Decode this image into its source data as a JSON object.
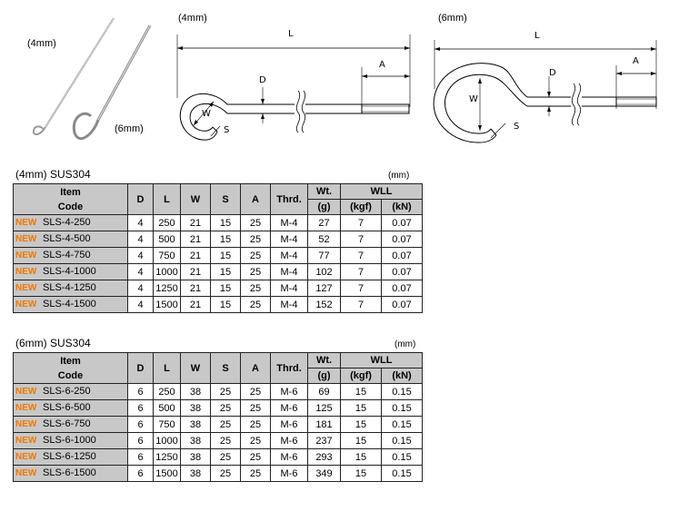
{
  "images": {
    "photo_label_4": "(4mm)",
    "photo_label_6": "(6mm)",
    "diagram4_label": "(4mm)",
    "diagram6_label": "(6mm)",
    "dim_L": "L",
    "dim_A": "A",
    "dim_D": "D",
    "dim_W": "W",
    "dim_S": "S"
  },
  "table4": {
    "title": "(4mm) SUS304",
    "unit": "(mm)",
    "headers": {
      "item": "Item",
      "code": "Code",
      "d": "D",
      "l": "L",
      "w": "W",
      "s": "S",
      "a": "A",
      "thrd": "Thrd.",
      "wt": "Wt.",
      "wt_unit": "(g)",
      "wll": "WLL",
      "kgf": "(kgf)",
      "kn": "(kN)"
    },
    "rows": [
      {
        "badge": "NEW",
        "code": "SLS-4-250",
        "d": "4",
        "l": "250",
        "w": "21",
        "s": "15",
        "a": "25",
        "thrd": "M-4",
        "wt": "27",
        "kgf": "7",
        "kn": "0.07"
      },
      {
        "badge": "NEW",
        "code": "SLS-4-500",
        "d": "4",
        "l": "500",
        "w": "21",
        "s": "15",
        "a": "25",
        "thrd": "M-4",
        "wt": "52",
        "kgf": "7",
        "kn": "0.07"
      },
      {
        "badge": "NEW",
        "code": "SLS-4-750",
        "d": "4",
        "l": "750",
        "w": "21",
        "s": "15",
        "a": "25",
        "thrd": "M-4",
        "wt": "77",
        "kgf": "7",
        "kn": "0.07"
      },
      {
        "badge": "NEW",
        "code": "SLS-4-1000",
        "d": "4",
        "l": "1000",
        "w": "21",
        "s": "15",
        "a": "25",
        "thrd": "M-4",
        "wt": "102",
        "kgf": "7",
        "kn": "0.07"
      },
      {
        "badge": "NEW",
        "code": "SLS-4-1250",
        "d": "4",
        "l": "1250",
        "w": "21",
        "s": "15",
        "a": "25",
        "thrd": "M-4",
        "wt": "127",
        "kgf": "7",
        "kn": "0.07"
      },
      {
        "badge": "NEW",
        "code": "SLS-4-1500",
        "d": "4",
        "l": "1500",
        "w": "21",
        "s": "15",
        "a": "25",
        "thrd": "M-4",
        "wt": "152",
        "kgf": "7",
        "kn": "0.07"
      }
    ]
  },
  "table6": {
    "title": "(6mm) SUS304",
    "unit": "(mm)",
    "headers": {
      "item": "Item",
      "code": "Code",
      "d": "D",
      "l": "L",
      "w": "W",
      "s": "S",
      "a": "A",
      "thrd": "Thrd.",
      "wt": "Wt.",
      "wt_unit": "(g)",
      "wll": "WLL",
      "kgf": "(kgf)",
      "kn": "(kN)"
    },
    "rows": [
      {
        "badge": "NEW",
        "code": "SLS-6-250",
        "d": "6",
        "l": "250",
        "w": "38",
        "s": "25",
        "a": "25",
        "thrd": "M-6",
        "wt": "69",
        "kgf": "15",
        "kn": "0.15"
      },
      {
        "badge": "NEW",
        "code": "SLS-6-500",
        "d": "6",
        "l": "500",
        "w": "38",
        "s": "25",
        "a": "25",
        "thrd": "M-6",
        "wt": "125",
        "kgf": "15",
        "kn": "0.15"
      },
      {
        "badge": "NEW",
        "code": "SLS-6-750",
        "d": "6",
        "l": "750",
        "w": "38",
        "s": "25",
        "a": "25",
        "thrd": "M-6",
        "wt": "181",
        "kgf": "15",
        "kn": "0.15"
      },
      {
        "badge": "NEW",
        "code": "SLS-6-1000",
        "d": "6",
        "l": "1000",
        "w": "38",
        "s": "25",
        "a": "25",
        "thrd": "M-6",
        "wt": "237",
        "kgf": "15",
        "kn": "0.15"
      },
      {
        "badge": "NEW",
        "code": "SLS-6-1250",
        "d": "6",
        "l": "1250",
        "w": "38",
        "s": "25",
        "a": "25",
        "thrd": "M-6",
        "wt": "293",
        "kgf": "15",
        "kn": "0.15"
      },
      {
        "badge": "NEW",
        "code": "SLS-6-1500",
        "d": "6",
        "l": "1500",
        "w": "38",
        "s": "25",
        "a": "25",
        "thrd": "M-6",
        "wt": "349",
        "kgf": "15",
        "kn": "0.15"
      }
    ]
  }
}
